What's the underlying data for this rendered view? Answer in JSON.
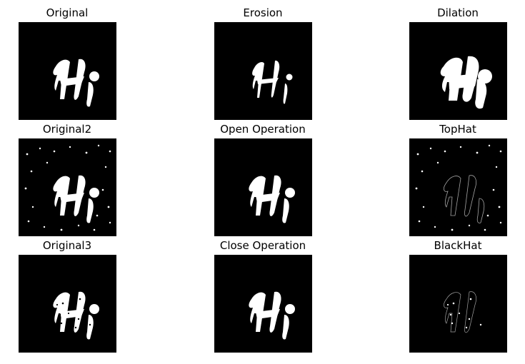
{
  "figure": {
    "panels": [
      {
        "title": "Original",
        "content": "hi-solid"
      },
      {
        "title": "Erosion",
        "content": "hi-thin"
      },
      {
        "title": "Dilation",
        "content": "hi-bold"
      },
      {
        "title": "Original2",
        "content": "hi-speckled-background"
      },
      {
        "title": "Open Operation",
        "content": "hi-solid"
      },
      {
        "title": "TopHat",
        "content": "faint-outline-and-dots"
      },
      {
        "title": "Original3",
        "content": "hi-with-holes"
      },
      {
        "title": "Close Operation",
        "content": "hi-solid"
      },
      {
        "title": "BlackHat",
        "content": "faint-outline-and-holes"
      }
    ],
    "colors": {
      "background": "#ffffff",
      "image_bg": "#000000",
      "glyph": "#ffffff"
    }
  }
}
